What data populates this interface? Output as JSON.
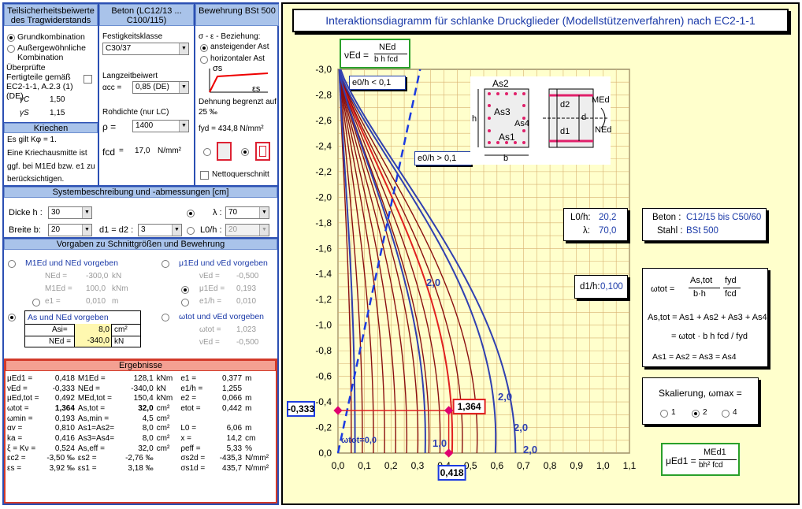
{
  "left": {
    "hdr1": "Teilsicherheitsbeiwerte des Tragwiderstands",
    "hdr2": "Beton (LC12/13 ... C100/115)",
    "hdr3": "Bewehrung BSt 500",
    "grund": "Grundkombination",
    "ausser": "Außergewöhnliche Kombination",
    "fertig": "Überprüfte Fertigteile gemäß EC2-1-1, A.2.3 (1) (DE)",
    "gc": "γC",
    "gcv": "1,50",
    "gs": "γS",
    "gsv": "1,15",
    "fest_lbl": "Festigkeitsklasse",
    "fest_val": "C30/37",
    "lz_lbl": "Langzeitbeiwert",
    "acc": "αcc =",
    "acc_val": "0,85 (DE)",
    "roh_lbl": "Rohdichte (nur LC)",
    "rho": "ρ =",
    "rho_val": "1400",
    "fcd": "fcd",
    "fcd_eq": "=",
    "fcd_val": "17,0",
    "fcd_unit": "N/mm²",
    "se_lbl": "σ - ε - Beziehung:",
    "asc": "ansteigender Ast",
    "hor": "horizontaler Ast",
    "sig": "σs",
    "eps": "εs",
    "dehn": "Dehnung begrenzt auf 25 ‰",
    "fyd": "fyd = 434,8 N/mm²",
    "netto": "Nettoquerschnitt",
    "kriechen": "Kriechen",
    "kr_text": [
      "Es gilt Kφ = 1.",
      "Eine Kriechausmitte ist",
      "ggf. bei M1Ed bzw. e1 zu",
      "berücksichtigen."
    ],
    "sys_hdr": "Systembeschreibung und -abmessungen [cm]",
    "dicke": "Dicke h :",
    "dicke_v": "30",
    "breite": "Breite b:",
    "breite_v": "20",
    "d12": "d1 = d2 :",
    "d12_v": "3",
    "lam": "λ :",
    "lam_v": "70",
    "l0h": "L0/h :",
    "l0h_v": "20",
    "vorg_hdr": "Vorgaben zu Schnittgrößen und Bewehrung",
    "m1": "M1Ed und NEd vorgeben",
    "ned": "NEd =",
    "ned_v": "-300,0",
    "kn": "kN",
    "m1ed": "M1Ed =",
    "m1ed_v": "100,0",
    "knm": "kNm",
    "e1": "e1 =",
    "e1_v": "0,010",
    "m": "m",
    "mu1": "μ1Ed und νEd vorgeben",
    "ved": "νEd =",
    "ved_v": "-0,500",
    "mu1ed": "μ1Ed =",
    "mu1ed_v": "0,193",
    "e1h": "e1/h =",
    "e1h_v": "0,010",
    "as_v": "As und NEd vorgeben",
    "asi": "Asi=",
    "asi_v": "8,0",
    "cm2": "cm²",
    "ned2": "NEd =",
    "ned2_v": "-340,0",
    "kn2": "kN",
    "om_v": "ωtot und νEd vorgeben",
    "omt": "ωtot =",
    "omt_v": "1,023",
    "ved2": "νEd =",
    "ved2_v": "-0,500",
    "erg_hdr": "Ergebnisse"
  },
  "results": [
    [
      "μEd1 =",
      "0,418",
      "M1Ed =",
      "128,1",
      "kNm",
      "e1 =",
      "0,377",
      "m"
    ],
    [
      "νEd =",
      "-0,333",
      "NEd =",
      "-340,0",
      "kN",
      "e1/h =",
      "1,255",
      ""
    ],
    [
      "μEd,tot =",
      "0,492",
      "MEd,tot =",
      "150,4",
      "kNm",
      "e2 =",
      "0,066",
      "m"
    ],
    [
      "ωtot =",
      "1,364",
      "As,tot =",
      "32,0",
      "cm²",
      "etot =",
      "0,442",
      "m"
    ],
    [
      "ωmin =",
      "0,193",
      "As,min =",
      "4,5",
      "cm²",
      "",
      "",
      ""
    ],
    [
      "αv =",
      "0,810",
      "As1=As2=",
      "8,0",
      "cm²",
      "L0 =",
      "6,06",
      "m"
    ],
    [
      "ka =",
      "0,416",
      "As3=As4=",
      "8,0",
      "cm²",
      "x =",
      "14,2",
      "cm"
    ],
    [
      "ξ = Kν =",
      "0,524",
      "As,eff =",
      "32,0",
      "cm²",
      "ρeff =",
      "5,33",
      "%"
    ],
    [
      "εc2 =",
      "-3,50 ‰",
      "εs2 =",
      "-2,76 ‰",
      "",
      "σs2d =",
      "-435,3",
      "N/mm²"
    ],
    [
      "εs =",
      "3,92 ‰",
      "εs1 =",
      "3,18 ‰",
      "",
      "σs1d =",
      "435,7",
      "N/mm²"
    ]
  ],
  "diagram": {
    "title": "Interaktionsdiagramm  für schlanke  Druckglieder  (Modellstützenverfahren)  nach EC2-1-1",
    "nu_lbl": "νEd =",
    "nu_num": "NEd",
    "nu_den": "b h  fcd",
    "e0a": "e0/h < 0,1",
    "e0b": "e0/h > 0,1",
    "l0h": "L0/h:",
    "l0h_v": "20,2",
    "lam": "λ:",
    "lam_v": "70,0",
    "beton": "Beton :",
    "beton_v": "C12/15 bis C50/60",
    "stahl": "Stahl :",
    "stahl_v": "BSt 500",
    "d1h": "d1/h:",
    "d1h_v": "0,100",
    "skal": "Skalierung, ωmax =",
    "sk1": "1",
    "sk2": "2",
    "sk4": "4",
    "mu_lbl": "μEd1 =",
    "mu_num": "MEd1",
    "mu_den": "bh² fcd",
    "val_nu": "-0,333",
    "val_om": "1,364",
    "val_mu": "0,418",
    "omega_lbl": "ωtot=0,0",
    "lbl20": "2,0",
    "lbl10": "1,0",
    "sec": {
      "as2": "As2",
      "as3": "As3",
      "as4": "As4",
      "as1": "As1",
      "h": "h",
      "b": "b",
      "d": "d",
      "d1": "d1",
      "d2": "d2",
      "med": "MEd",
      "ned": "NEd"
    },
    "omega_formula": [
      "ωtot =",
      "As,tot",
      "b·h",
      "fyd",
      "fcd"
    ],
    "astot": "As,tot = As1 + As2 + As3 + As4",
    "astot2": "= ωtot · b h fcd / fyd",
    "aseq": "As1 = As2 = As3 = As4"
  },
  "chart_data": {
    "type": "line",
    "xlabel": "",
    "ylabel": "",
    "xlim": [
      0,
      1.1
    ],
    "ylim": [
      0,
      -3.0
    ],
    "xticks": [
      "0,0",
      "0,1",
      "0,2",
      "0,3",
      "0,4",
      "0,5",
      "0,6",
      "0,7",
      "0,8",
      "0,9",
      "1,0",
      "1,1"
    ],
    "yticks": [
      "-3,0",
      "-2,8",
      "-2,6",
      "-2,4",
      "-2,2",
      "-2,0",
      "-1,8",
      "-1,6",
      "-1,4",
      "-1,2",
      "-1,0",
      "-0,8",
      "-0,6",
      "-0,4",
      "-0,2",
      "0,0"
    ],
    "point": {
      "x": 0.418,
      "y": -0.333,
      "omega": 1.364
    },
    "grid": true
  }
}
